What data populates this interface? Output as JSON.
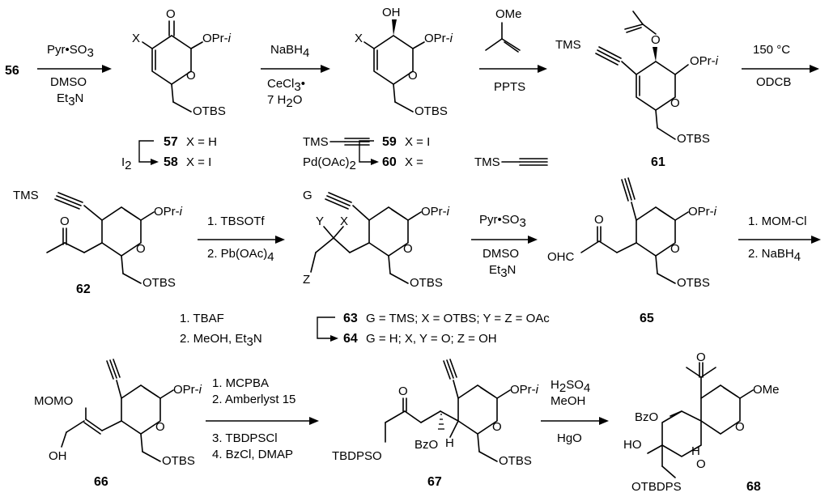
{
  "compounds": {
    "c56": "56",
    "c57": "57",
    "c58": "58",
    "c59": "59",
    "c60": "60",
    "c61": "61",
    "c62": "62",
    "c63": "63",
    "c64": "64",
    "c65": "65",
    "c66": "66",
    "c67": "67",
    "c68": "68"
  },
  "labels": {
    "X": "X",
    "O": "O",
    "OH": "OH",
    "OMe": "OMe",
    "OPri": "OPr-",
    "i": "i",
    "OTBS": "OTBS",
    "TMS": "TMS",
    "G": "G",
    "Y": "Y",
    "Z": "Z",
    "OHC": "OHC",
    "MOMO": "MOMO",
    "TBDPSO": "TBDPSO",
    "BzO": "BzO",
    "H": "H",
    "HO": "HO",
    "OTBDPS": "OTBDPS"
  },
  "conditions": {
    "step1_top": "Pyr•SO",
    "step1_top_sub": "3",
    "step1_bottom1": "DMSO",
    "step1_bottom2": "Et",
    "step1_bottom2_sub": "3",
    "step1_bottom2_tail": "N",
    "step2_top": "NaBH",
    "step2_top_sub": "4",
    "step2_bottom1": "CeCl",
    "step2_bottom1_sub": "3",
    "step2_bottom1_tail": "•",
    "step2_bottom2": "7 H",
    "step2_bottom2_sub": "2",
    "step2_bottom2_tail": "O",
    "step3_bottom": "PPTS",
    "step4_top": "150 °C",
    "step4_bottom": "ODCB",
    "step5_top": "1. TBSOTf",
    "step5_bottom": "2. Pb(OAc)",
    "step5_bottom_sub": "4",
    "step6_top": "Pyr•SO",
    "step6_top_sub": "3",
    "step6_bottom1": "DMSO",
    "step6_bottom2": "Et",
    "step6_bottom2_sub": "3",
    "step6_bottom2_tail": "N",
    "step7_top": "1. MOM-Cl",
    "step7_bottom": "2. NaBH",
    "step7_bottom_sub": "4",
    "step8_line1": "1. MCPBA",
    "step8_line2": "2. Amberlyst 15",
    "step8_line3": "3. TBDPSCl",
    "step8_line4": "4. BzCl, DMAP",
    "step9_top1": "H",
    "step9_top1_sub": "2",
    "step9_top1_tail": "SO",
    "step9_top1_sub2": "4",
    "step9_top2": "MeOH",
    "step9_bottom": "HgO",
    "side_I2": "I",
    "side_I2_sub": "2",
    "side_pd": "Pd(OAc)",
    "side_pd_sub": "2",
    "side_tbaf1": "1. TBAF",
    "side_tbaf2": "2. MeOH, Et",
    "side_tbaf2_sub": "3",
    "side_tbaf2_tail": "N"
  },
  "definitions": {
    "d57": "X = H",
    "d58": "X = I",
    "d59": "X = I",
    "d60": "X =",
    "d63": "G = TMS; X = OTBS; Y = Z = OAc",
    "d64": "G = H; X, Y = O; Z = OH"
  }
}
